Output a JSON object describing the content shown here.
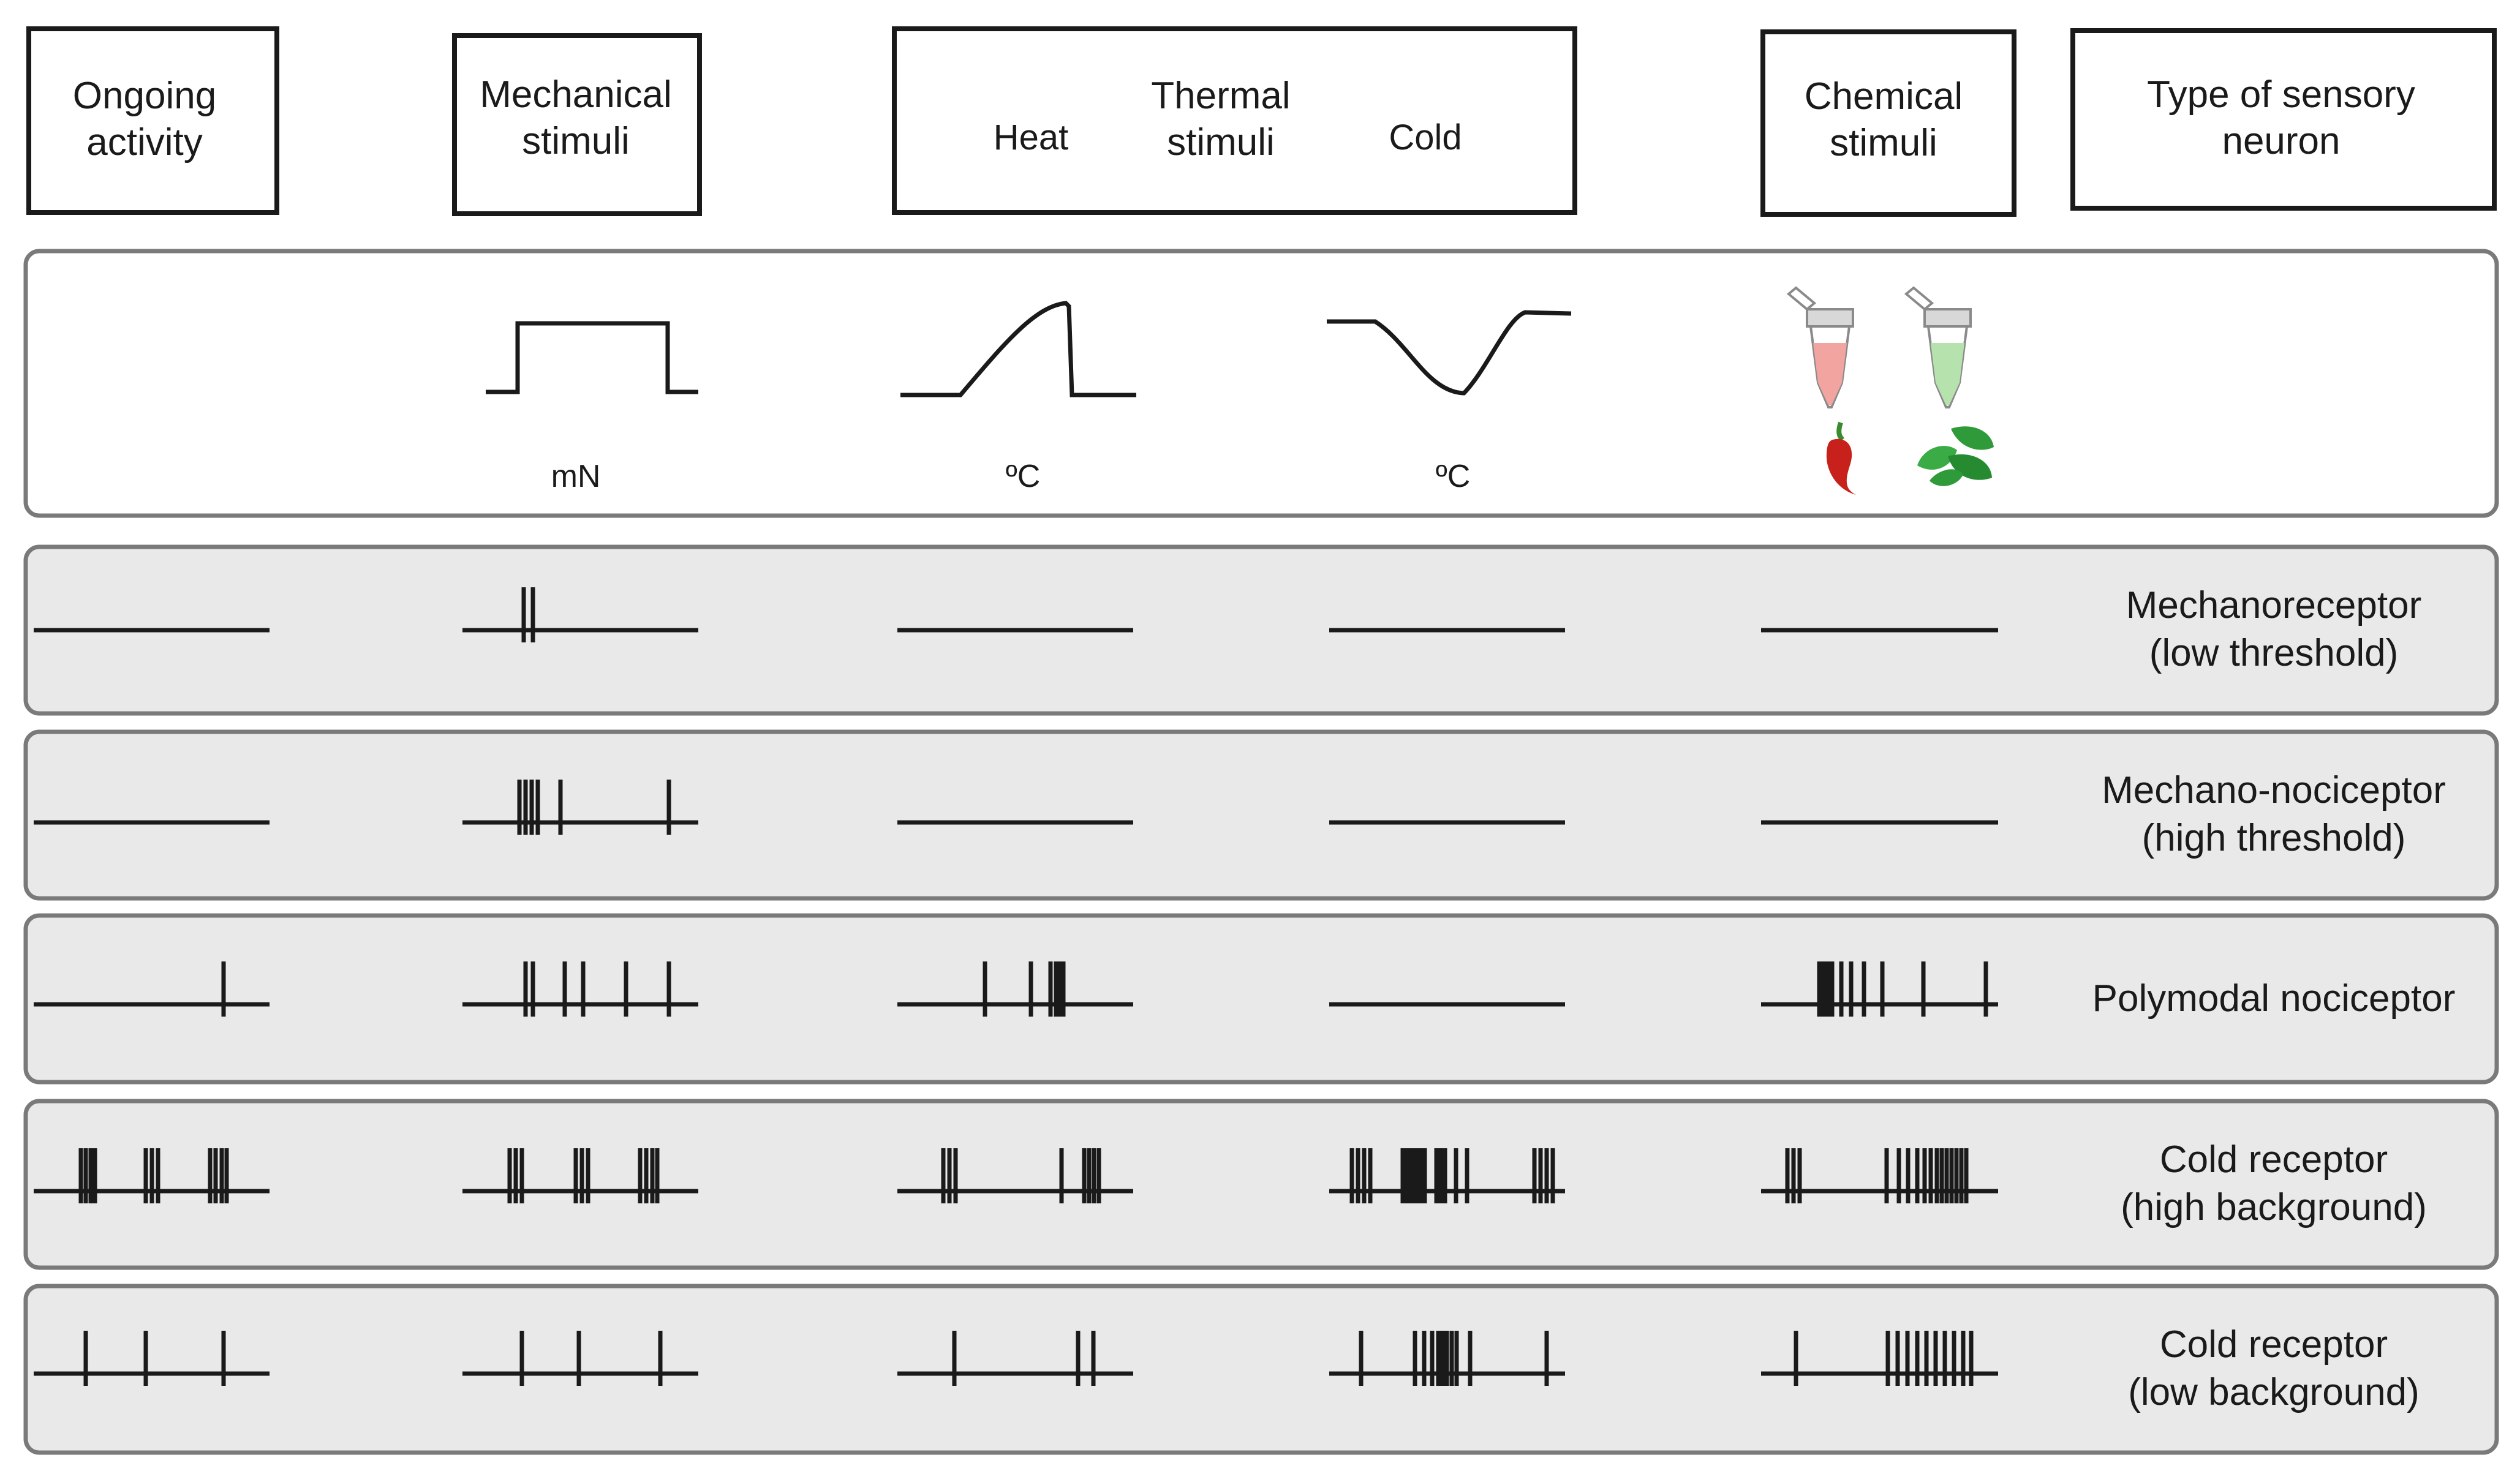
{
  "headers": {
    "ongoing": [
      "Ongoing",
      "activity"
    ],
    "mechanical": [
      "Mechanical",
      "stimuli"
    ],
    "thermal": [
      "Thermal",
      "stimuli"
    ],
    "heat": "Heat",
    "cold": "Cold",
    "chemical": [
      "Chemical",
      "stimuli"
    ],
    "type": [
      "Type of sensory",
      "neuron"
    ]
  },
  "stimulus_units": {
    "mechanical": "mN",
    "heat": "ºC",
    "cold": "ºC"
  },
  "chemical_icons": [
    "red-tube-icon",
    "green-tube-icon",
    "chili-pepper-icon",
    "mint-leaf-icon"
  ],
  "colors": {
    "row_fill": "#e9e9e9",
    "border": "#7a7a7a",
    "line": "#1a1a1a",
    "chili": "#c8201a",
    "mint": "#2f9a3a",
    "tube_red": "#f2a4a0",
    "tube_green": "#b6e2ae"
  },
  "neurons": [
    {
      "label": [
        "Mechanoreceptor",
        "(low threshold)"
      ]
    },
    {
      "label": [
        "Mechano-nociceptor",
        "(high threshold)"
      ]
    },
    {
      "label": [
        "Polymodal nociceptor"
      ]
    },
    {
      "label": [
        "Cold receptor",
        "(high background)"
      ]
    },
    {
      "label": [
        "Cold receptor",
        "(low background)"
      ]
    }
  ]
}
